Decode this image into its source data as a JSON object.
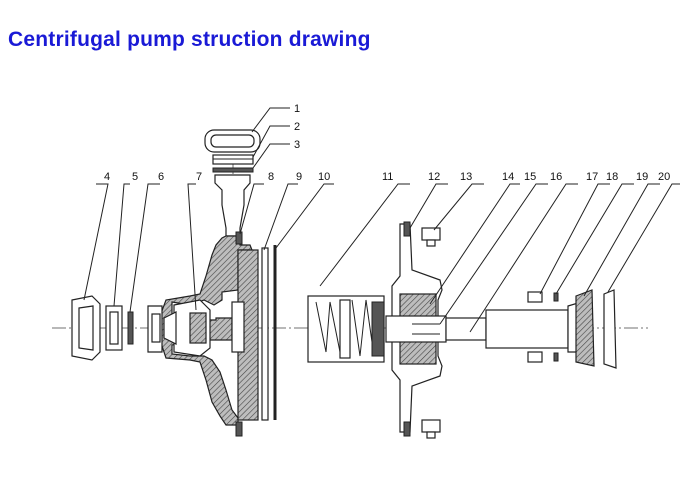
{
  "title": "Centrifugal pump struction drawing",
  "part_numbers": [
    "1",
    "2",
    "3",
    "4",
    "5",
    "6",
    "7",
    "8",
    "9",
    "10",
    "11",
    "12",
    "13",
    "14",
    "15",
    "16",
    "17",
    "18",
    "19",
    "20"
  ],
  "colors": {
    "title": "#1a1ad6",
    "line": "#222222",
    "background": "#ffffff"
  }
}
